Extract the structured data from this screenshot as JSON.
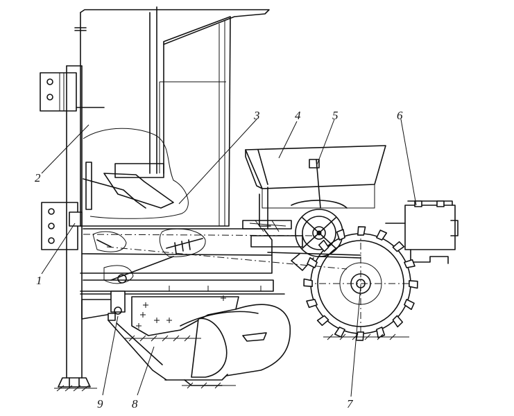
{
  "diagram": {
    "callouts": [
      {
        "id": "1",
        "text": "1"
      },
      {
        "id": "2",
        "text": "2"
      },
      {
        "id": "3",
        "text": "3"
      },
      {
        "id": "4",
        "text": "4"
      },
      {
        "id": "5",
        "text": "5"
      },
      {
        "id": "6",
        "text": "6"
      },
      {
        "id": "7",
        "text": "7"
      },
      {
        "id": "8",
        "text": "8"
      },
      {
        "id": "9",
        "text": "9"
      }
    ],
    "colors": {
      "ink": "#111111",
      "paper": "#ffffff"
    }
  }
}
